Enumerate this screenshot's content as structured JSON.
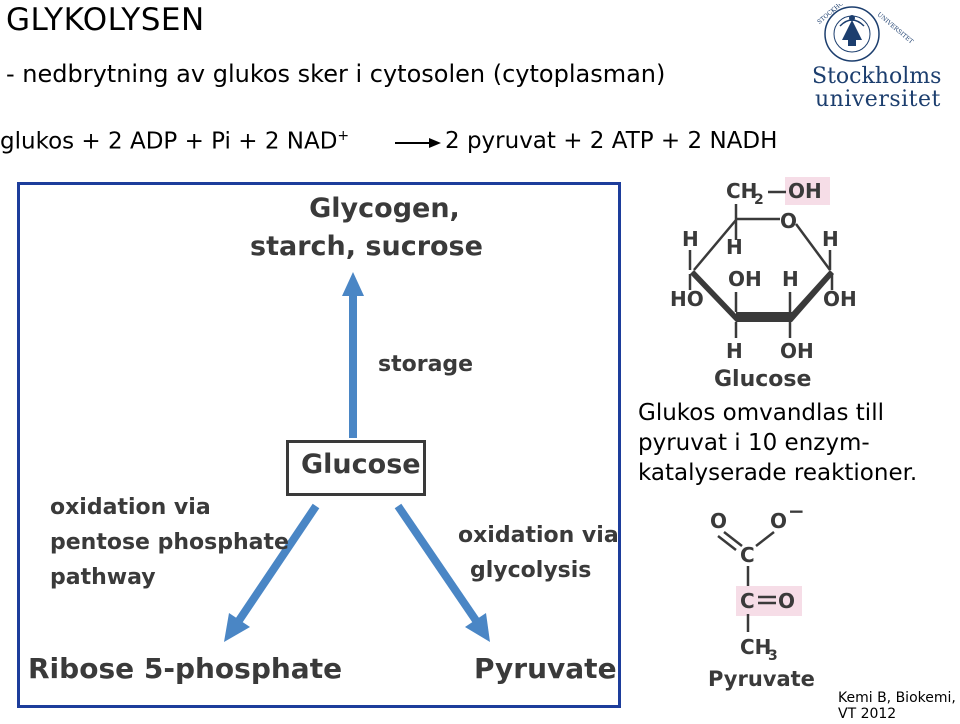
{
  "title": "GLYKOLYSEN",
  "subtitle": "- nedbrytning av glukos sker i cytosolen (cytoplasman)",
  "equation": {
    "left": "glukos + 2 ADP + Pi + 2 NAD",
    "left_superscript": "+",
    "right": "2 pyruvat + 2 ATP + 2 NADH"
  },
  "logo": {
    "line1": "Stockholms",
    "line2": "universitet",
    "seal_text": "STOCKHOLMS UNIVERSITET"
  },
  "diagram": {
    "top_label_line1": "Glycogen,",
    "top_label_line2": "starch, sucrose",
    "storage_label": "storage",
    "center_label": "Glucose",
    "left_branch_line1": "oxidation via",
    "left_branch_line2": "pentose phosphate",
    "left_branch_line3": "pathway",
    "right_branch_line1": "oxidation via",
    "right_branch_line2": "glycolysis",
    "bottom_left_label": "Ribose 5-phosphate",
    "bottom_right_label": "Pyruvate",
    "arrow_color": "#4a86c5",
    "frame_color": "#1d3d9b"
  },
  "glucose_structure": {
    "ch2": "CH",
    "ch2_sub": "2",
    "oh_top": "OH",
    "ring_o": "O",
    "h_left": "H",
    "h_c4": "H",
    "h_right": "H",
    "oh_c3": "OH",
    "h_c2": "H",
    "ho_left": "HO",
    "oh_right": "OH",
    "h_bottom": "H",
    "oh_bottom": "OH",
    "name": "Glucose",
    "highlight_color": "#f6dde7"
  },
  "note": {
    "line1": "Glukos omvandlas till",
    "line2": "pyruvat i 10 enzym-",
    "line3": "katalyserade reaktioner."
  },
  "pyruvate_structure": {
    "o1": "O",
    "o2": "O",
    "charge": "−",
    "c1": "C",
    "c2": "C",
    "o3": "O",
    "ch": "CH",
    "ch_sub": "3",
    "name": "Pyruvate"
  },
  "footer": {
    "line1": "Kemi B, Biokemi,",
    "line2": "VT 2012"
  }
}
